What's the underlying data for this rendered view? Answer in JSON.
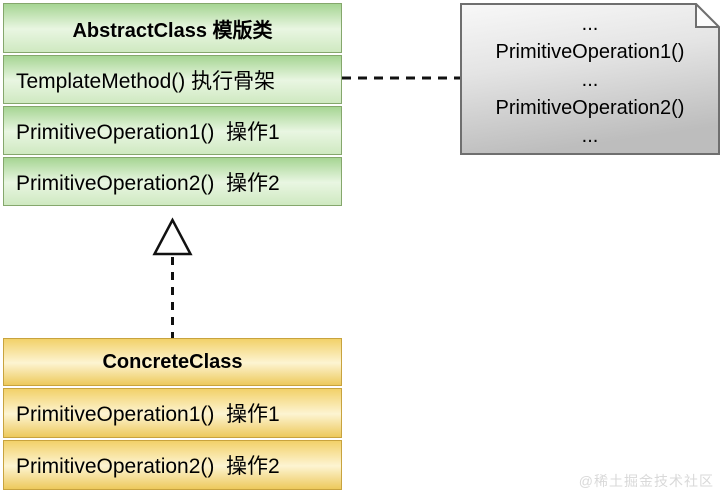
{
  "abstract_class": {
    "title": "AbstractClass 模版类",
    "methods": [
      "TemplateMethod() 执行骨架",
      "PrimitiveOperation1()  操作1",
      "PrimitiveOperation2()  操作2"
    ]
  },
  "concrete_class": {
    "title": "ConcreteClass",
    "methods": [
      "PrimitiveOperation1()  操作1",
      "PrimitiveOperation2()  操作2"
    ]
  },
  "note": {
    "lines": [
      "...",
      "PrimitiveOperation1()",
      "...",
      "PrimitiveOperation2()",
      "..."
    ]
  },
  "watermark": "@稀土掘金技术社区",
  "colors": {
    "green_border": "#85a76c",
    "green_top": "#a6d593",
    "green_mid": "#e9f6e2",
    "green_bottom": "#cfe9c1",
    "yellow_border": "#c8a33e",
    "yellow_top": "#f2d169",
    "yellow_mid": "#fdf4d2",
    "yellow_bottom": "#edc95c",
    "note_border": "#6f6f6f",
    "note_top": "#f8f8f8",
    "note_bottom": "#bdbdbd",
    "line_color": "#111111",
    "watermark_color": "#d9d9d9"
  }
}
